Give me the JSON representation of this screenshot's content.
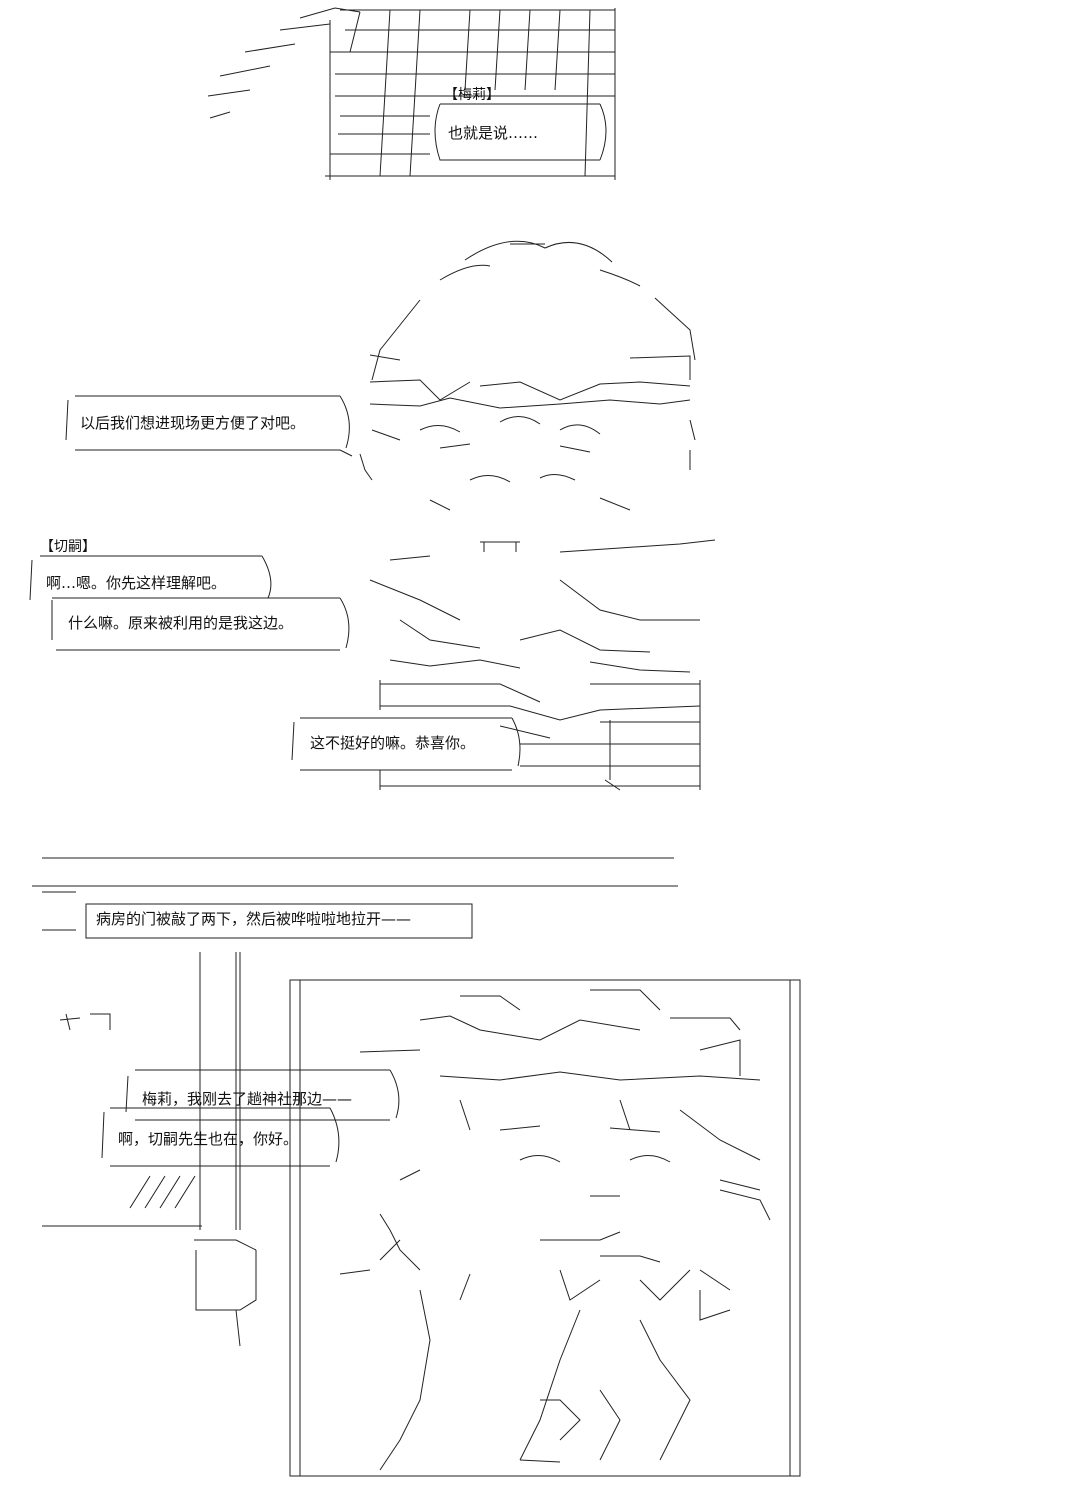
{
  "page": {
    "background": "#ffffff",
    "ink": "#111111"
  },
  "panel1": {
    "speaker": "【梅莉】",
    "line": "也就是说……"
  },
  "panel2": {
    "meili_line": "以后我们想进现场更方便了对吧。",
    "qie_speaker": "【切嗣】",
    "qie_line": "啊…嗯。你先这样理解吧。",
    "meili_line2": "什么嘛。原来被利用的是我这边。",
    "qie_line2": "这不挺好的嘛。恭喜你。"
  },
  "panel3": {
    "narration": "病房的门被敲了两下，然后被哗啦啦地拉开——",
    "bubble1": "梅莉，我刚去了趟神社那边——",
    "bubble2": "啊，切嗣先生也在，你好。"
  }
}
